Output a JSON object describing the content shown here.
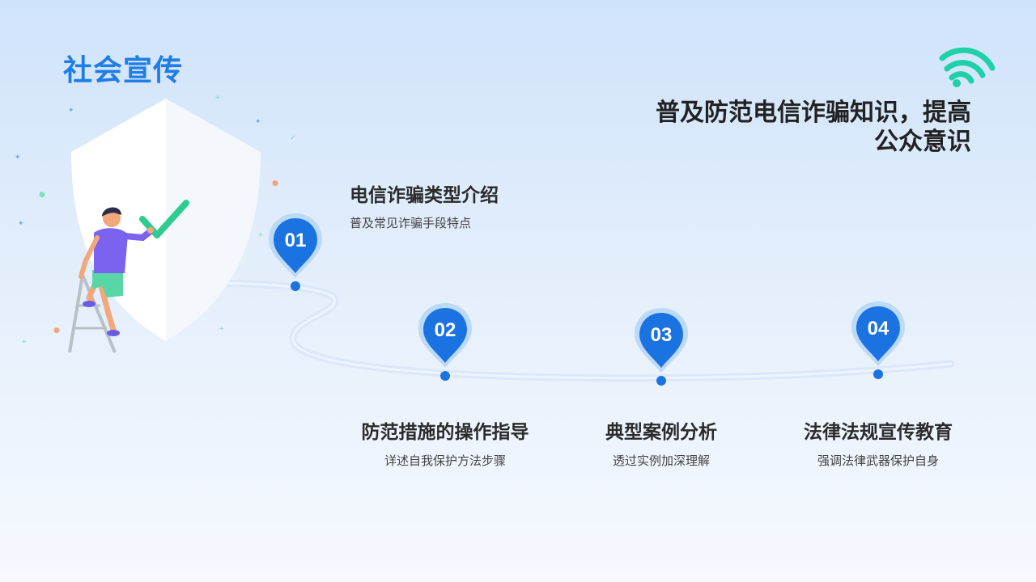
{
  "title": "社会宣传",
  "headline": {
    "line1": "普及防范电信诈骗知识，提高",
    "line2": "公众意识"
  },
  "steps": [
    {
      "number": "01",
      "title": "电信诈骗类型介绍",
      "desc": "普及常见诈骗手段特点"
    },
    {
      "number": "02",
      "title": "防范措施的操作指导",
      "desc": "详述自我保护方法步骤"
    },
    {
      "number": "03",
      "title": "典型案例分析",
      "desc": "透过实例加深理解"
    },
    {
      "number": "04",
      "title": "法律法规宣传教育",
      "desc": "强调法律武器保护自身"
    }
  ],
  "colors": {
    "accent": "#1f7ee6",
    "check": "#2ecc8f",
    "wifi": "#1ed1a8"
  },
  "icons": {
    "wifi": "wifi-icon",
    "shield": "shield-icon",
    "check": "checkmark-icon",
    "person": "person-on-ladder-illustration"
  }
}
